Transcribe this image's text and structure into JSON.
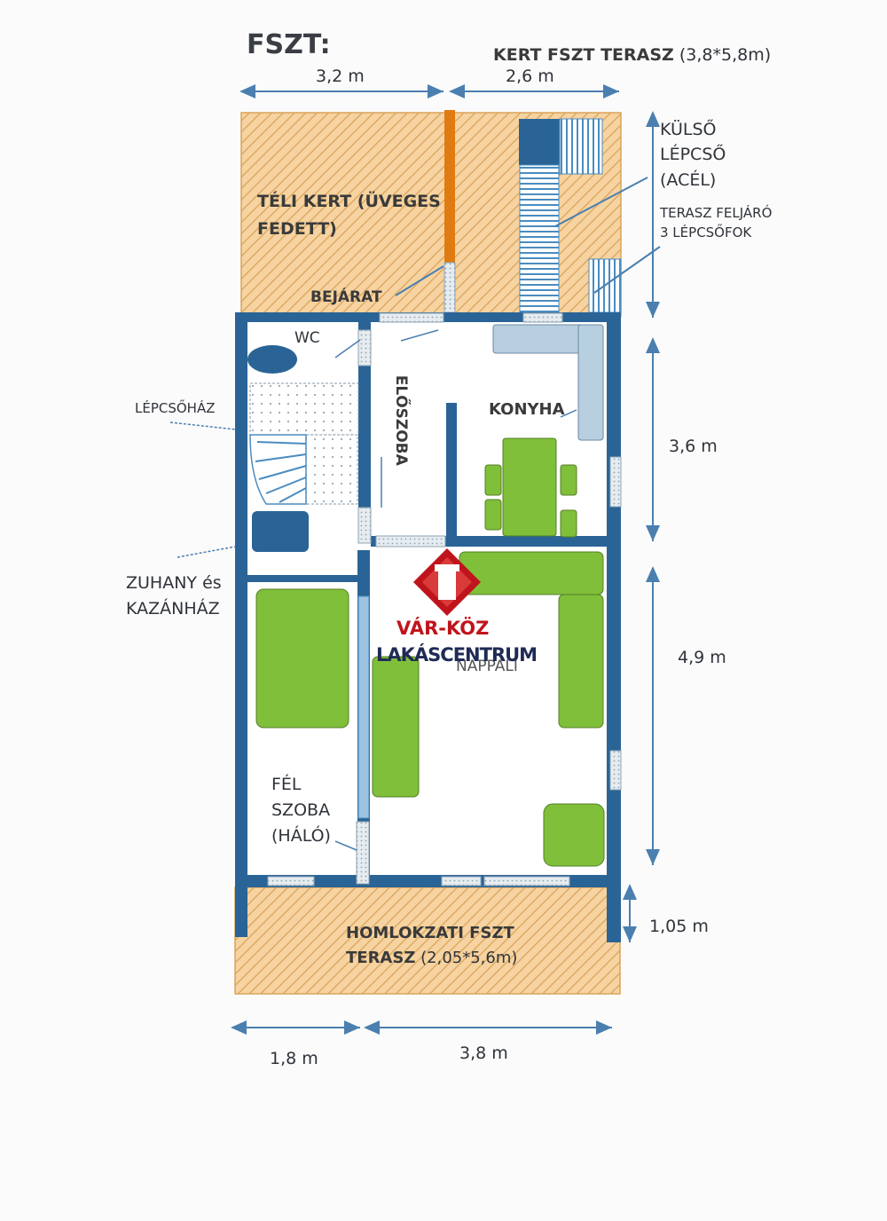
{
  "title": "FSZT:",
  "top_dimensions": {
    "left": "3,2 m",
    "right": "2,6 m"
  },
  "garden_terrace": {
    "label": "KERT FSZT TERASZ",
    "size": "(3,8*5,8m)"
  },
  "right_notes": {
    "external_stair_line1": "KÜLSŐ",
    "external_stair_line2": "LÉPCSŐ",
    "external_stair_line3": "(ACÉL)",
    "terrace_access_line1": "TERASZ FELJÁRÓ",
    "terrace_access_line2": "3 LÉPCSŐFOK"
  },
  "rooms": {
    "winter_garden_line1": "TÉLI KERT (ÜVEGES",
    "winter_garden_line2": "FEDETT)",
    "entrance": "BEJÁRAT",
    "wc": "WC",
    "hall": "ELŐSZOBA",
    "kitchen": "KONYHA",
    "living": "NAPPALI",
    "half_room_line1": "FÉL",
    "half_room_line2": "SZOBA",
    "half_room_line3": "(HÁLÓ)"
  },
  "left_notes": {
    "stairwell": "LÉPCSŐHÁZ",
    "shower_line1": "ZUHANY és",
    "shower_line2": "KAZÁNHÁZ"
  },
  "right_dimensions": {
    "kitchen": "3,6 m",
    "living": "4,9 m",
    "front_terrace": "1,05 m"
  },
  "front_terrace": {
    "line1": "HOMLOKZATI FSZT",
    "line2_bold": "TERASZ",
    "line2_size": "(2,05*5,6m)"
  },
  "bottom_dimensions": {
    "left": "1,8 m",
    "right": "3,8 m"
  },
  "watermark": {
    "line1": "VÁR-KÖZ",
    "line2": "LAKÁSCENTRUM"
  },
  "colors": {
    "wall": "#2a6496",
    "hatch": "#f3c98a",
    "furniture": "#7fbf3a",
    "stair": "#4a8cc0",
    "glass_wall": "#e07b12"
  }
}
